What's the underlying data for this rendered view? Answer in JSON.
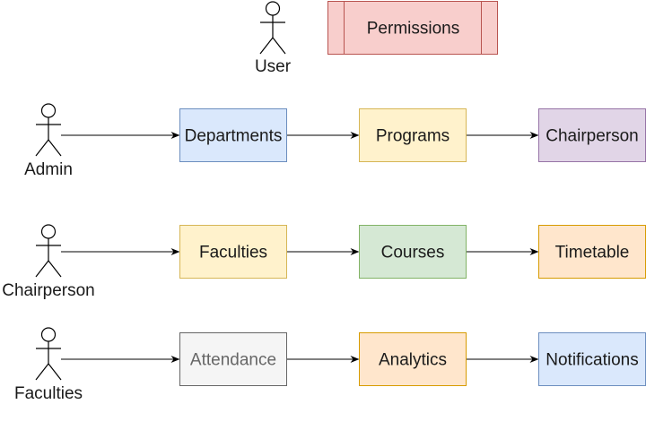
{
  "actors": [
    {
      "id": "user",
      "label": "User"
    },
    {
      "id": "admin",
      "label": "Admin"
    },
    {
      "id": "chairperson",
      "label": "Chairperson"
    },
    {
      "id": "faculties",
      "label": "Faculties"
    }
  ],
  "process": {
    "id": "permissions",
    "label": "Permissions",
    "fill": "#f8cecc",
    "stroke": "#b85450"
  },
  "nodes": [
    {
      "id": "departments",
      "label": "Departments",
      "fill": "#dae8fc",
      "stroke": "#6c8ebf",
      "text": "#1a1a1a"
    },
    {
      "id": "programs",
      "label": "Programs",
      "fill": "#fff2cc",
      "stroke": "#d6b656",
      "text": "#1a1a1a"
    },
    {
      "id": "chairperson-node",
      "label": "Chairperson",
      "fill": "#e1d5e7",
      "stroke": "#9673a6",
      "text": "#1a1a1a"
    },
    {
      "id": "faculties-node",
      "label": "Faculties",
      "fill": "#fff2cc",
      "stroke": "#d6b656",
      "text": "#1a1a1a"
    },
    {
      "id": "courses",
      "label": "Courses",
      "fill": "#d5e8d4",
      "stroke": "#82b366",
      "text": "#1a1a1a"
    },
    {
      "id": "timetable",
      "label": "Timetable",
      "fill": "#ffe6cc",
      "stroke": "#d79b00",
      "text": "#1a1a1a"
    },
    {
      "id": "attendance",
      "label": "Attendance",
      "fill": "#f5f5f5",
      "stroke": "#666666",
      "text": "#666666"
    },
    {
      "id": "analytics",
      "label": "Analytics",
      "fill": "#ffe6cc",
      "stroke": "#d79b00",
      "text": "#1a1a1a"
    },
    {
      "id": "notifications",
      "label": "Notifications",
      "fill": "#dae8fc",
      "stroke": "#6c8ebf",
      "text": "#1a1a1a"
    }
  ],
  "edges": [
    {
      "from": "admin",
      "to": "departments"
    },
    {
      "from": "departments",
      "to": "programs"
    },
    {
      "from": "programs",
      "to": "chairperson-node"
    },
    {
      "from": "chairperson",
      "to": "faculties-node"
    },
    {
      "from": "faculties-node",
      "to": "courses"
    },
    {
      "from": "courses",
      "to": "timetable"
    },
    {
      "from": "faculties",
      "to": "attendance"
    },
    {
      "from": "attendance",
      "to": "analytics"
    },
    {
      "from": "analytics",
      "to": "notifications"
    }
  ],
  "colors": {
    "line": "#000000",
    "actor_stroke": "#000000"
  }
}
